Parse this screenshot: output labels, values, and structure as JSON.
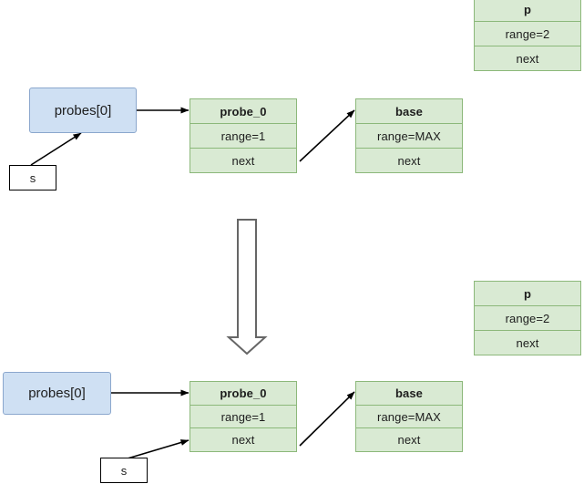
{
  "diagram": {
    "title": "linked-list probe insertion before/after",
    "colors": {
      "struct_fill": "#d9ead3",
      "struct_stroke": "#8cb87a",
      "probe_fill": "#cfe0f3",
      "probe_stroke": "#8ba7cd",
      "plain_fill": "#ffffff",
      "plain_stroke": "#000000",
      "arrow_stroke": "#000000",
      "block_arrow_stroke": "#666666",
      "background": "#ffffff"
    },
    "top": {
      "probes_label": "probes[0]",
      "s_label": "s",
      "nodes": [
        {
          "name": "probe_0",
          "range": "range=1",
          "next": "next"
        },
        {
          "name": "base",
          "range": "range=MAX",
          "next": "next"
        },
        {
          "name": "p",
          "range": "range=2",
          "next": "next"
        }
      ]
    },
    "bottom": {
      "probes_label": "probes[0]",
      "s_label": "s",
      "nodes": [
        {
          "name": "probe_0",
          "range": "range=1",
          "next": "next"
        },
        {
          "name": "base",
          "range": "range=MAX",
          "next": "next"
        },
        {
          "name": "p",
          "range": "range=2",
          "next": "next"
        }
      ]
    },
    "transition_arrow": "down-block-arrow"
  }
}
